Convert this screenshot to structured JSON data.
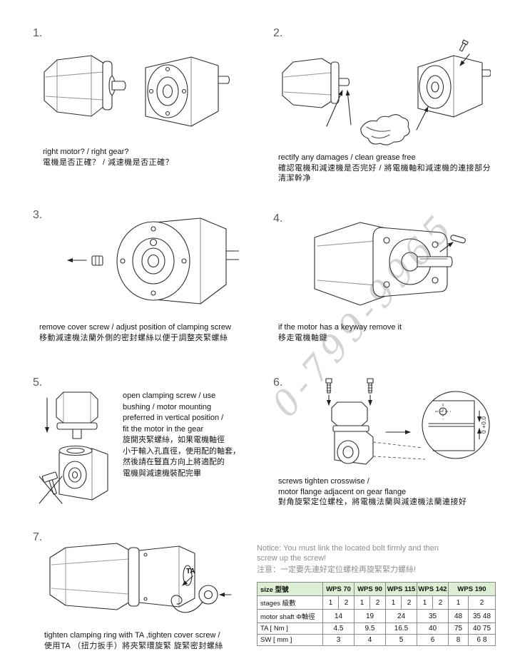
{
  "page": {
    "watermark": "0-799-9965"
  },
  "colors": {
    "table_header_bg": "#ddefd2",
    "notice_text": "#8f8f8f",
    "line_art": "#2e2e2e",
    "step_number": "#5a5a5a"
  },
  "steps": {
    "s1": {
      "num": "1.",
      "en1": "right motor? / right gear?",
      "zh1": "電機是否正確？ / 減速機是否正確？"
    },
    "s2": {
      "num": "2.",
      "en1": "rectify any damages / clean grease free",
      "zh1": "確認電機和減速機是否完好 / 將電機軸和減速機的連接部分",
      "zh2": "清潔幹净"
    },
    "s3": {
      "num": "3.",
      "en1": "remove cover screw / adjust position of clamping screw",
      "zh1": "移動減速機法蘭外側的密封螺絲以便于調整夾緊螺絲"
    },
    "s4": {
      "num": "4.",
      "en1": "if the motor has a keyway remove it",
      "zh1": "移走電機軸鍵"
    },
    "s5": {
      "num": "5.",
      "en1": "open clamping screw / use",
      "en2": "bushing /  motor mounting",
      "en3": "preferred in vertical position /",
      "en4": "fit  the motor in the gear",
      "zh1": "旋開夾緊螺絲，如果電機軸徑",
      "zh2": "小于輸入孔直徑，使用配的軸套，",
      "zh3": "然後請在豎直方向上將適配的",
      "zh4": "電機與減速機裝配完畢"
    },
    "s6": {
      "num": "6.",
      "en1": "screws tighten crosswise /",
      "en2": "motor flange adjacent on gear flange",
      "zh1": "對角旋緊定位螺栓，將電機法蘭與減速機法蘭連接好"
    },
    "s7": {
      "num": "7.",
      "en1": "tighten clamping ring with TA ,tighten cover screw /",
      "zh1": "使用TA （扭力扳手）將夾緊環旋緊 旋緊密封螺絲"
    }
  },
  "figures": {
    "fig6_dimension": "0 +0.0",
    "fig7_torque_label": "TA"
  },
  "notice": {
    "en1": "Notice: You must link the located bolt firmly and then",
    "en2": "screw up the screw!",
    "zh1": "注意：一定要先連好定位螺栓再旋緊緊力螺絲!"
  },
  "table": {
    "size_header": "size 型號",
    "sizes": [
      "WPS 70",
      "WPS 90",
      "WPS 115",
      "WPS 142",
      "WPS 190"
    ],
    "stages_label": "stages 級數",
    "stages": [
      "1",
      "2",
      "1",
      "2",
      "1",
      "2",
      "1",
      "2",
      "1",
      "2"
    ],
    "shaft_label": "motor shaft Φ軸徑",
    "shaft": [
      "14",
      "19",
      "24",
      "35",
      "48",
      "35 48"
    ],
    "ta_label": "TA   [ Nm ]",
    "ta": [
      "4.5",
      "9.5",
      "16.5",
      "40",
      "75",
      "40 75"
    ],
    "sw_label": "SW  [ mm ]",
    "sw": [
      "3",
      "4",
      "5",
      "6",
      "8",
      "6 8"
    ]
  }
}
